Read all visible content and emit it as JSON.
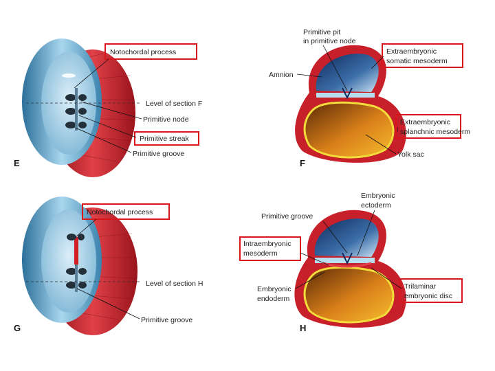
{
  "panels": {
    "E": {
      "letter": "E",
      "labels": {
        "notochordal_process": "Notochordal process",
        "level_of_section": "Level of section F",
        "primitive_node": "Primitive node",
        "primitive_streak": "Primitive streak",
        "primitive_groove": "Primitive groove"
      }
    },
    "F": {
      "letter": "F",
      "labels": {
        "primitive_pit_1": "Primitive pit",
        "primitive_pit_2": "in primitive node",
        "amnion": "Amnion",
        "extra_somatic_1": "Extraembryonic",
        "extra_somatic_2": "somatic mesoderm",
        "extra_splanchnic_1": "Extraembryonic",
        "extra_splanchnic_2": "splanchnic mesoderm",
        "yolk_sac": "Yolk sac"
      }
    },
    "G": {
      "letter": "G",
      "labels": {
        "notochordal_process": "Notochordal process",
        "level_of_section": "Level of section H",
        "primitive_groove": "Primitive groove"
      }
    },
    "H": {
      "letter": "H",
      "labels": {
        "embryonic_ectoderm_1": "Embryonic",
        "embryonic_ectoderm_2": "ectoderm",
        "primitive_groove": "Primitive groove",
        "intraembryonic_1": "Intraembryonic",
        "intraembryonic_2": "mesoderm",
        "embryonic_endoderm_1": "Embryonic",
        "embryonic_endoderm_2": "endoderm",
        "trilaminar_1": "Trilaminar",
        "trilaminar_2": "embryonic disc"
      }
    }
  },
  "colors": {
    "highlight_box": "#d8161b",
    "amnion_blue": "#7db9d8",
    "amniotic_dark": "#1c3f7a",
    "mesoderm_red": "#c8202a",
    "yolk_orange": "#f0a020",
    "yolk_dark": "#7a3a08",
    "ectoderm_yellow": "#f3dd3a"
  }
}
